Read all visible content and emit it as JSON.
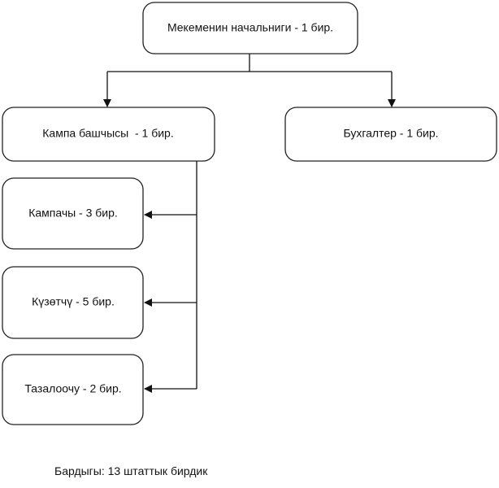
{
  "nodes": {
    "head": "Мекеменин начальниги - 1 бир.",
    "camp_chief": "Кампа башчысы  - 1 бир.",
    "accountant": "Бухгалтер - 1 бир.",
    "camp_staff": "Кампачы - 3 бир.",
    "guard": "Күзөтчү - 5 бир.",
    "cleaner": "Тазалоочу - 2 бир."
  },
  "total_label": "Бардыгы: 13 штаттык бирдик"
}
